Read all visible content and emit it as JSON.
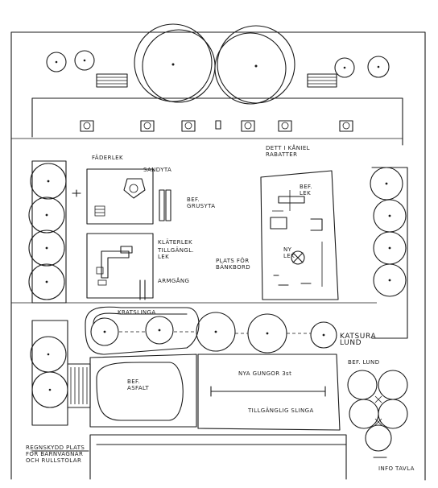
{
  "labels": {
    "faderlek": "FÄDERLEK",
    "sandytta": "SANDYTA",
    "bef_grusyta": "BEF.\nGRUSYTA",
    "bef_lek": "BEF.\nLEK",
    "ny_lek": "NY\nLEK",
    "klaterlek": "KLÄTERLEK",
    "tillganglig_lek": "TILLGÄNGL.\nLEK",
    "plats_for_bankbord": "PLATS FÖR\nBÄNKBORD",
    "armgang": "ARMGÅNG",
    "kratslinga": "KRATSLINGA",
    "bef_asfalt": "BEF.\nASFALT",
    "nya_gunger": "NYA GUNGOR 3st",
    "tillganglig_slinga": "TILLGÄNGLIG SLINGA",
    "katsura_lund": "KATSURA\nLUND",
    "bef_lund": "BEF. LUND",
    "dett_kaniel": "DETT I KÅNIEL\nRABATTER",
    "regnskydd": "REGNSKYDD PLATS\nFÖR BARNVAGNAR\nOCH RULLSTOLAR",
    "info_tavla": "INFO TAVLA"
  },
  "colors": {
    "ink": "#1a1a1a",
    "paper": "#ffffff"
  }
}
